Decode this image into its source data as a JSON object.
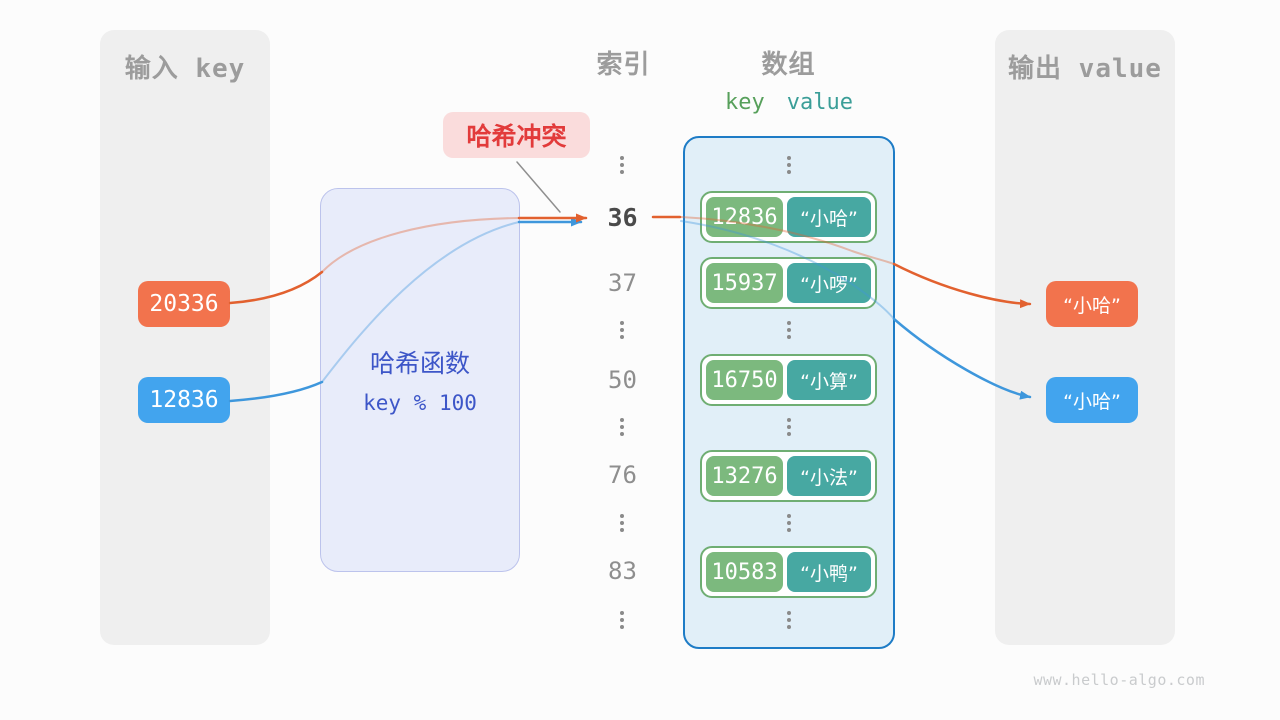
{
  "input_panel": {
    "title": "输入 key",
    "keys": [
      {
        "value": "20336",
        "color": "#F2734D"
      },
      {
        "value": "12836",
        "color": "#42A4EE"
      }
    ]
  },
  "hash_function": {
    "title": "哈希函数",
    "formula": "key % 100"
  },
  "collision_badge": "哈希冲突",
  "index_column": {
    "title": "索引",
    "indices": [
      "36",
      "37",
      "50",
      "76",
      "83"
    ],
    "highlighted_index": "36"
  },
  "array_panel": {
    "title": "数组",
    "key_header": "key",
    "value_header": "value",
    "pairs": [
      {
        "key": "12836",
        "value": "“小哈”"
      },
      {
        "key": "15937",
        "value": "“小啰”"
      },
      {
        "key": "16750",
        "value": "“小算”"
      },
      {
        "key": "13276",
        "value": "“小法”"
      },
      {
        "key": "10583",
        "value": "“小鸭”"
      }
    ]
  },
  "output_panel": {
    "title": "输出 value",
    "values": [
      {
        "text": "“小哈”",
        "color": "#F2734D"
      },
      {
        "text": "“小哈”",
        "color": "#42A4EE"
      }
    ]
  },
  "watermark": "www.hello-algo.com",
  "colors": {
    "arrow_orange": "#E2612F",
    "arrow_blue": "#3E97DC",
    "key_green": "#7CB97E",
    "value_teal": "#47A8A2",
    "panel_blue_border": "#1E7CC6",
    "badge_red": "#E23B3B",
    "hash_text_indigo": "#3D56C8"
  }
}
